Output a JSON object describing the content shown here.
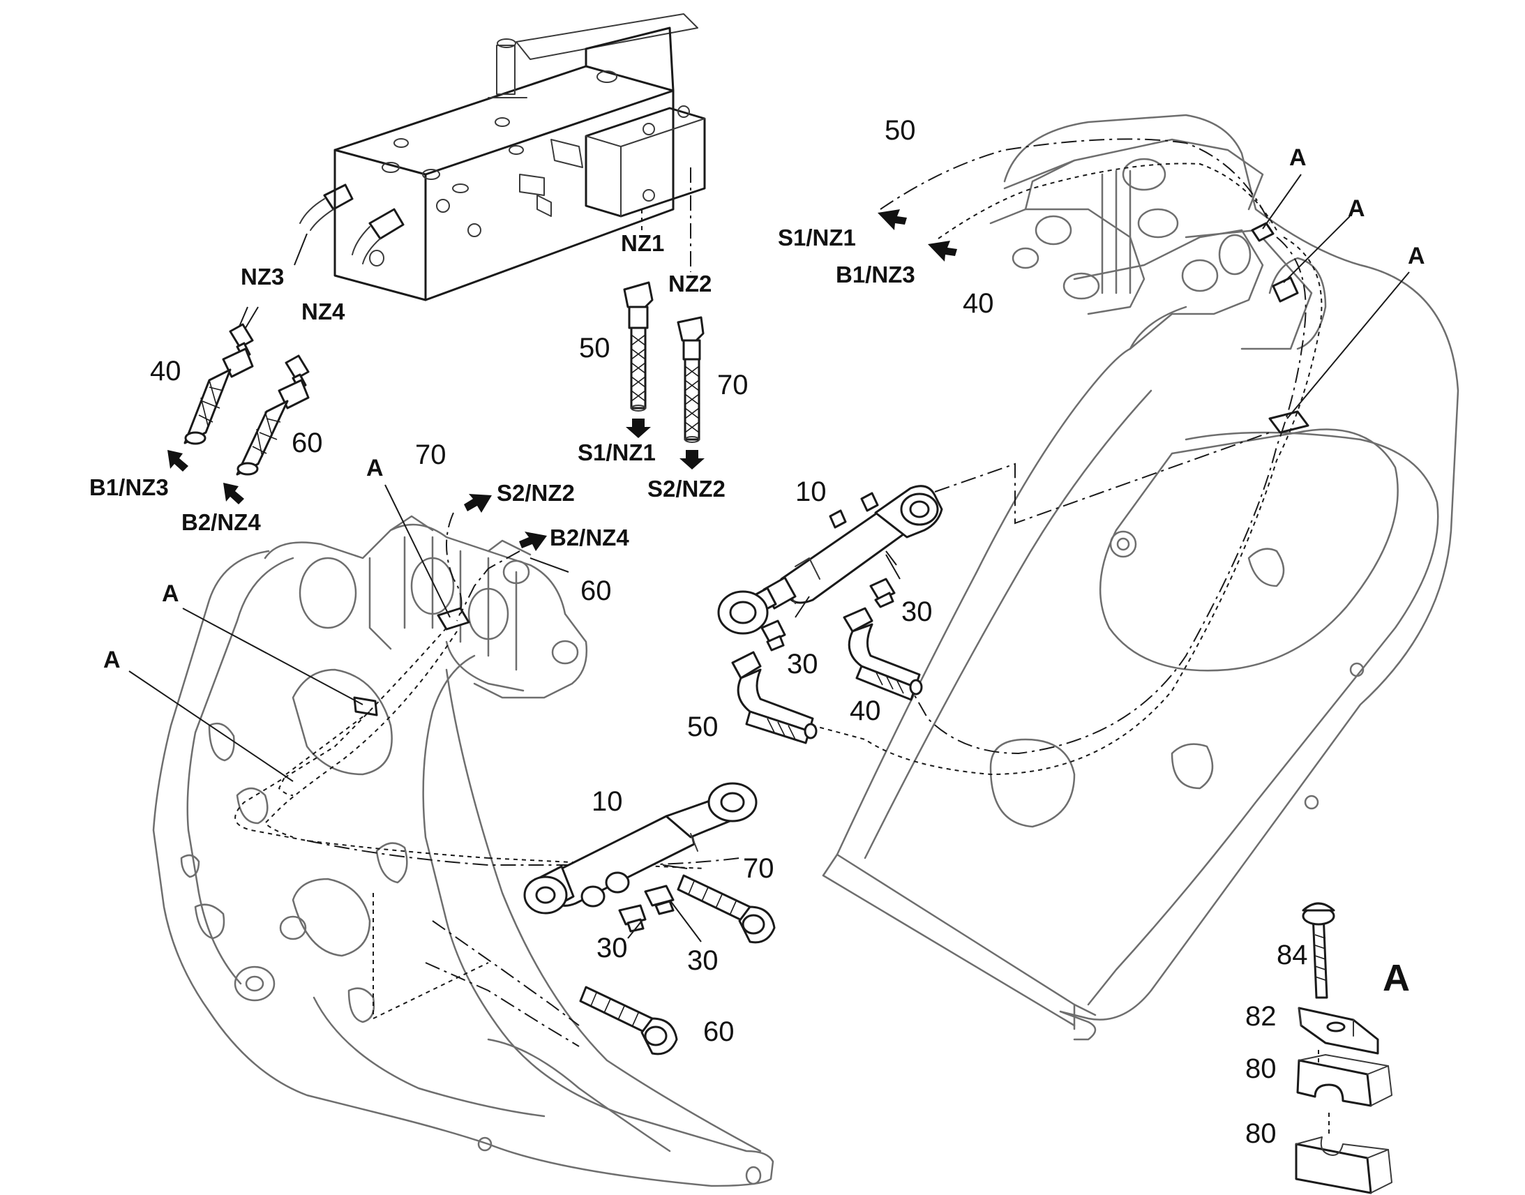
{
  "connection_codes": {
    "nz1": "NZ1",
    "nz2": "NZ2",
    "nz3": "NZ3",
    "nz4": "NZ4",
    "s1_nz1": "S1/NZ1",
    "s2_nz2": "S2/NZ2",
    "b1_nz3": "B1/NZ3",
    "b2_nz4": "B2/NZ4"
  },
  "part_numbers": {
    "cylinder": "10",
    "fitting": "30",
    "hose_40": "40",
    "hose_50": "50",
    "hose_60": "60",
    "hose_70": "70",
    "clamp_half": "80",
    "clamp_plate": "82",
    "bolt": "84"
  },
  "detail_marker": "A"
}
